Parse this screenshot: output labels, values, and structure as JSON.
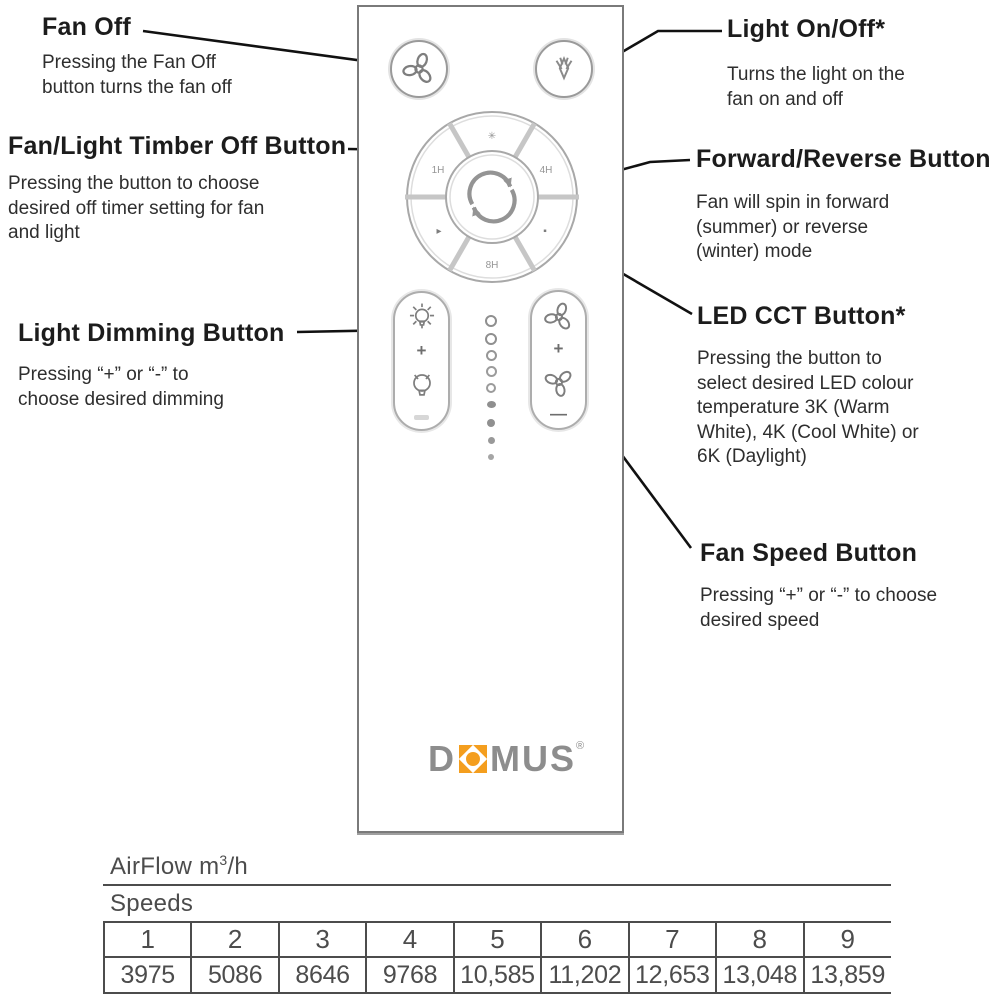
{
  "colors": {
    "arrow": "#111111",
    "remote_outline": "#7a7a7a",
    "icon_gray": "#7e7e7e",
    "table_text": "#4c4c4c",
    "brand_orange": "#F49E1E",
    "brand_gray": "#8D8D8D"
  },
  "annotations": {
    "fan_off": {
      "title": "Fan Off",
      "desc": "Pressing the Fan Off\nbutton turns the fan off"
    },
    "fan_light_timer": {
      "title": "Fan/Light Timber Off Button",
      "desc": "Pressing the button to choose\ndesired off timer setting for fan\nand light"
    },
    "light_dimming": {
      "title": "Light Dimming Button",
      "desc": "Pressing “+” or “-” to\nchoose desired dimming"
    },
    "light_on_off": {
      "title": "Light On/Off*",
      "desc": "Turns the light on the\nfan on and off"
    },
    "forward_reverse": {
      "title": "Forward/Reverse Button",
      "desc": "Fan will spin in forward\n(summer) or reverse\n(winter) mode"
    },
    "led_cct": {
      "title": "LED CCT Button*",
      "desc": "Pressing the button to\nselect desired LED colour\ntemperature 3K (Warm\nWhite), 4K (Cool White) or\n6K (Daylight)"
    },
    "fan_speed": {
      "title": "Fan Speed Button",
      "desc": "Pressing “+” or “-” to choose\ndesired speed"
    }
  },
  "remote": {
    "brand_d": "D",
    "brand_mus": "MUS",
    "brand_reg": "®",
    "dpad_labels": {
      "top": "✳",
      "left": "1H",
      "right": "4H",
      "bottom": "8H",
      "lower_left": "▸",
      "lower_right": "▪"
    },
    "dim_plus": "+",
    "speed_plus": "+",
    "speed_minus": "—"
  },
  "table": {
    "title_prefix": "AirFlow m",
    "title_sup": "3",
    "title_suffix": "/h",
    "speeds_label": "Speeds",
    "speeds": [
      "1",
      "2",
      "3",
      "4",
      "5",
      "6",
      "7",
      "8",
      "9"
    ],
    "values": [
      "3975",
      "5086",
      "8646",
      "9768",
      "10,585",
      "11,202",
      "12,653",
      "13,048",
      "13,859"
    ]
  }
}
